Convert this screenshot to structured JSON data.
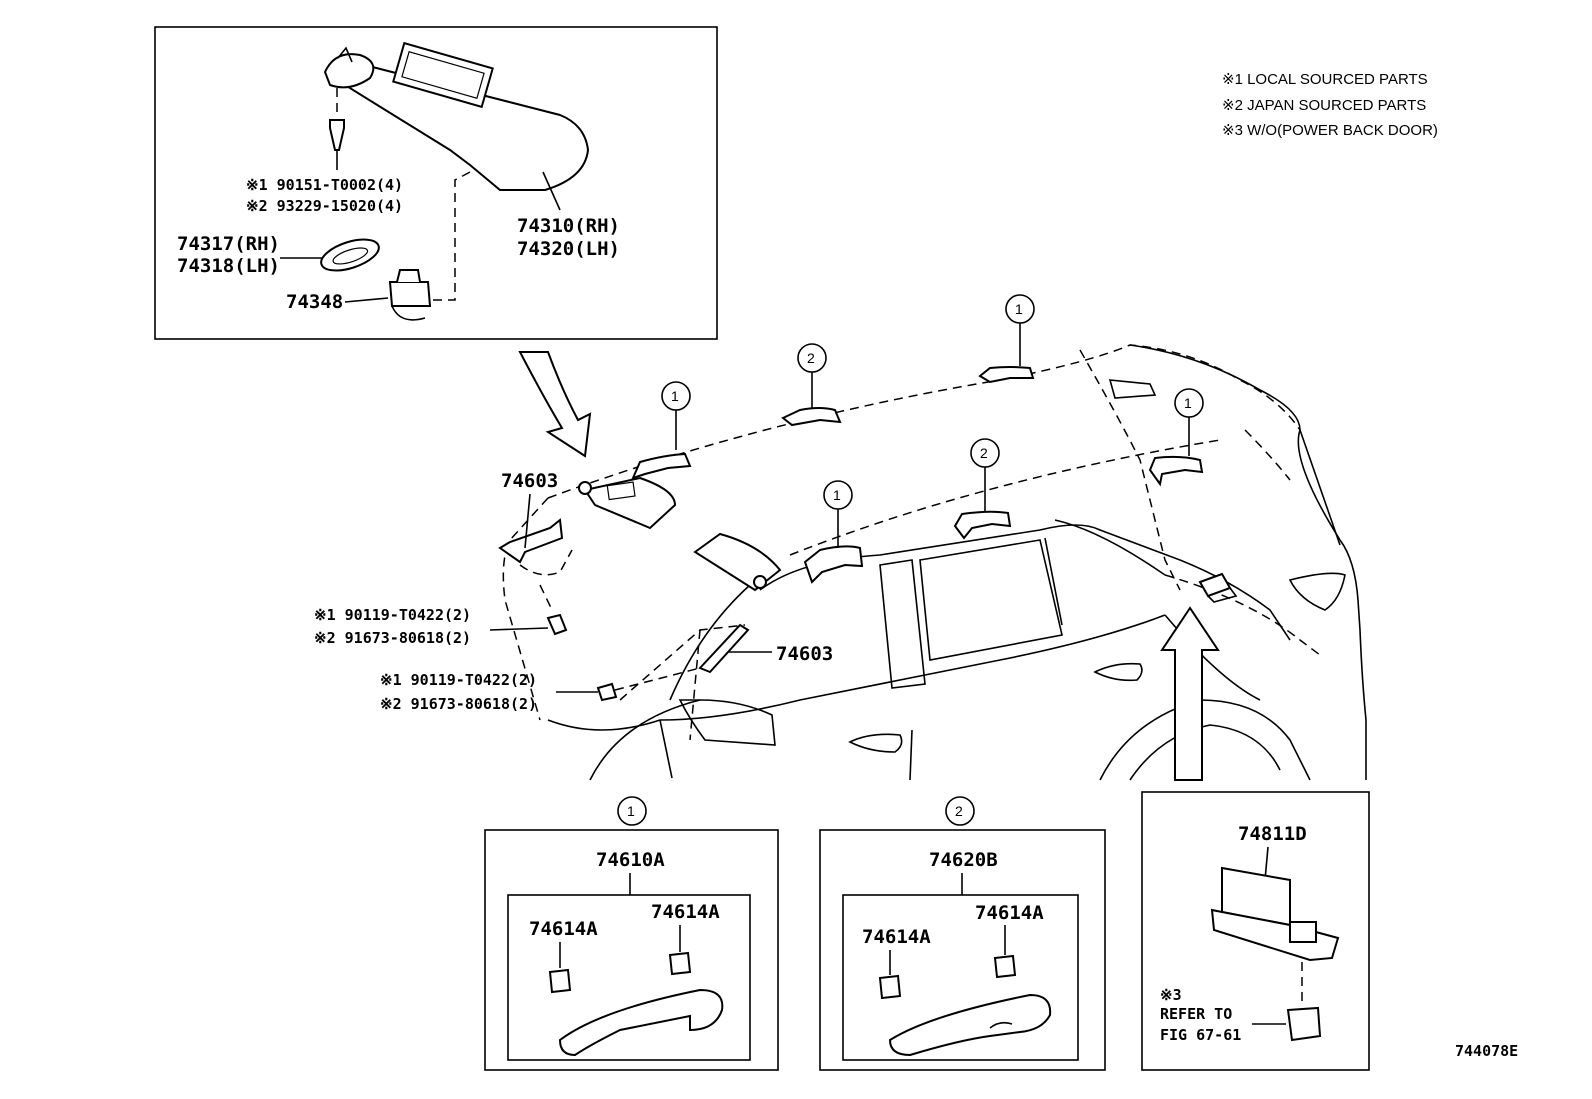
{
  "notes": [
    "※1 LOCAL SOURCED PARTS",
    "※2 JAPAN SOURCED PARTS",
    "※3 W/O(POWER BACK DOOR)"
  ],
  "visor_box": {
    "screw_local": "※1 90151-T0002(4)",
    "screw_japan": "※2 93229-15020(4)",
    "visor_rh": "74310(RH)",
    "visor_lh": "74320(LH)",
    "cover_rh": "74317(RH)",
    "cover_lh": "74318(LH)",
    "holder": "74348"
  },
  "main": {
    "assist_grip_label_1": "74603",
    "assist_grip_label_2": "74603",
    "bolt_a_local": "※1  90119-T0422(2)",
    "bolt_a_japan": "※2  91673-80618(2)",
    "bolt_b_local": "※1  90119-T0422(2)",
    "bolt_b_japan": "※2  91673-80618(2)"
  },
  "callouts": [
    "1",
    "2"
  ],
  "detail_1": {
    "callout": "1",
    "assembly": "74610A",
    "clip_left": "74614A",
    "clip_right": "74614A"
  },
  "detail_2": {
    "callout": "2",
    "assembly": "74620B",
    "clip_left": "74614A",
    "clip_right": "74614A"
  },
  "detail_3": {
    "part": "74811D",
    "note_mark": "※3",
    "note_line1": "REFER TO",
    "note_line2": "FIG 67-61"
  },
  "figure_id": "744078E"
}
